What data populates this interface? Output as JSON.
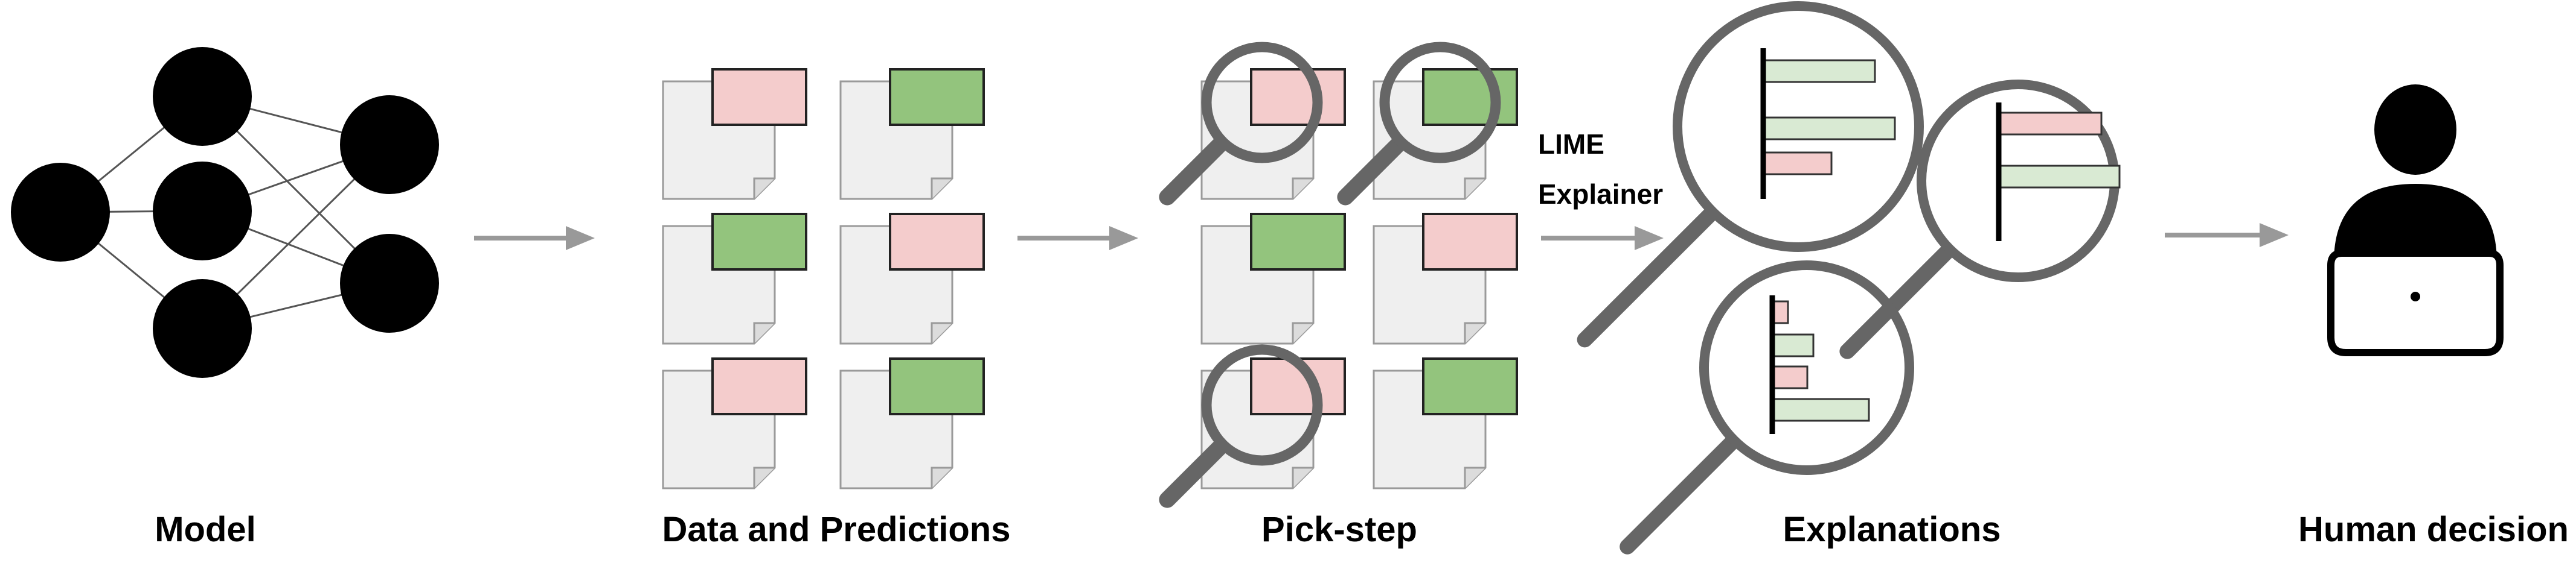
{
  "stages": {
    "model": "Model",
    "data": "Data and Predictions",
    "pick": "Pick-step",
    "explanations": "Explanations",
    "human": "Human decision"
  },
  "explainer": {
    "line1": "LIME",
    "line2": "Explainer"
  },
  "icons": {
    "model": "neural-network-icon",
    "document": "document-icon",
    "magnifier": "magnifying-glass-icon",
    "person": "person-at-laptop-icon"
  },
  "colors": {
    "prediction_positive": "#93c47d",
    "prediction_negative": "#f4cccc",
    "bar_positive": "#d9ead3",
    "bar_negative": "#f4cccc",
    "page": "#efefef",
    "magnifier": "#666666",
    "arrow": "#999999",
    "ink": "#000000"
  }
}
